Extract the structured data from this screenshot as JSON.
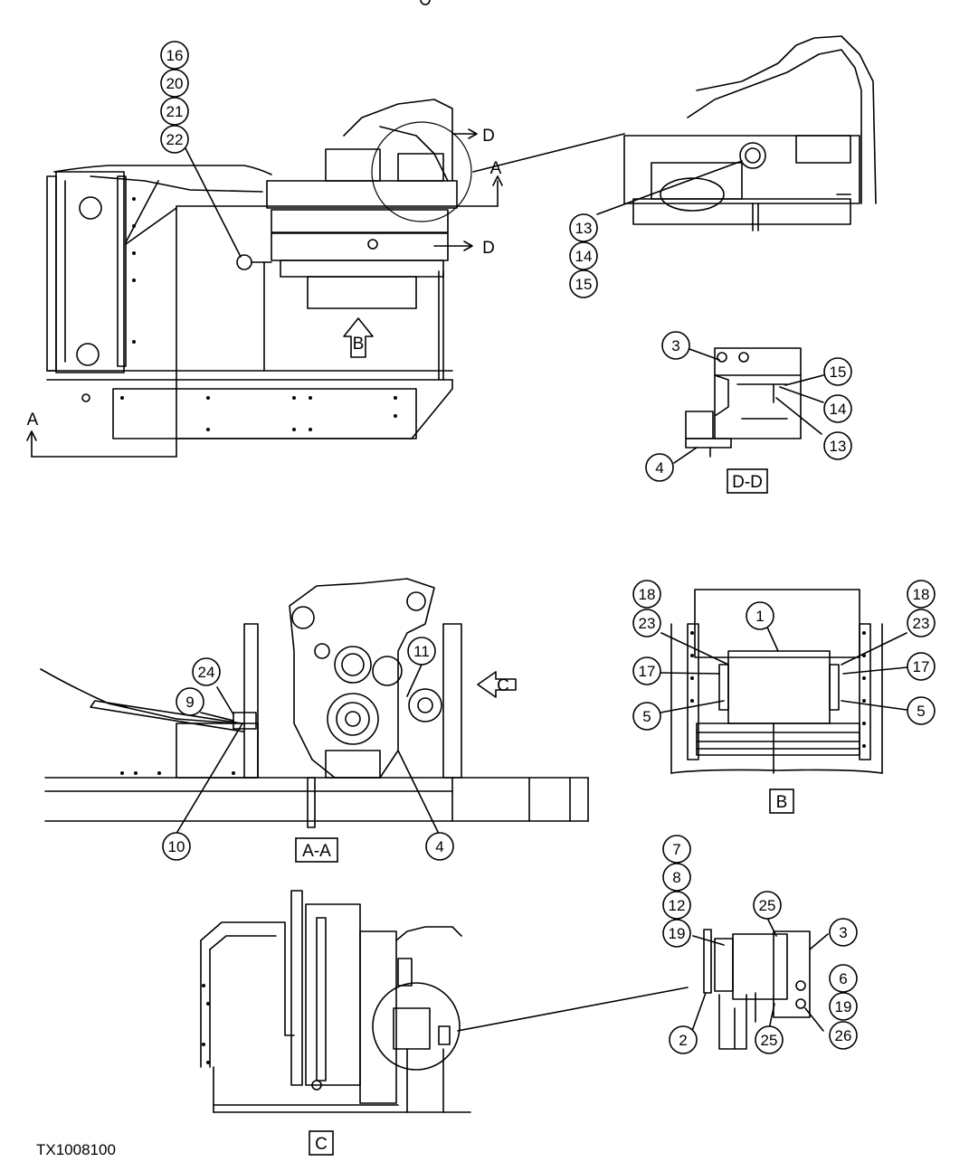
{
  "document": {
    "figure_id": "TX1008100"
  },
  "views": {
    "main": {
      "callouts": [
        "16",
        "20",
        "21",
        "22"
      ],
      "section_a_left": "A",
      "section_a_right": "A",
      "section_d_top": "D",
      "section_d_bottom": "D",
      "view_b_arrow": "B"
    },
    "top_right_detail": {
      "callouts": [
        "13",
        "14",
        "15"
      ]
    },
    "d_d": {
      "label": "D-D",
      "callouts": [
        "3",
        "15",
        "14",
        "13",
        "4"
      ]
    },
    "a_a": {
      "label": "A-A",
      "callouts": [
        "24",
        "9",
        "11",
        "10",
        "4"
      ],
      "view_c_arrow": "C"
    },
    "b": {
      "label": "B",
      "callouts": [
        "18",
        "23",
        "17",
        "5",
        "1",
        "18",
        "23",
        "17",
        "5"
      ]
    },
    "c": {
      "label": "C"
    },
    "c_detail": {
      "callouts": [
        "7",
        "8",
        "12",
        "19",
        "25",
        "3",
        "6",
        "19",
        "26",
        "2",
        "25"
      ]
    }
  }
}
